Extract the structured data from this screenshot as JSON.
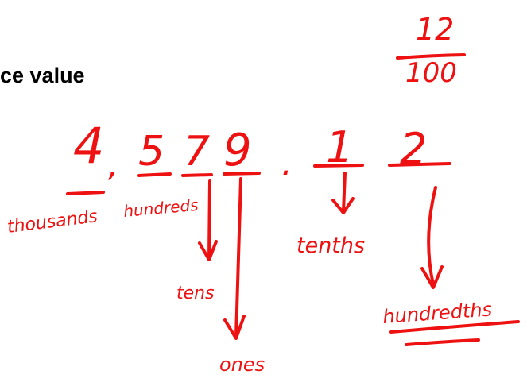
{
  "slide": {
    "title": "ce value",
    "ink_color": "#ee1111"
  },
  "number": {
    "digits": [
      "4",
      "5",
      "7",
      "9",
      "1",
      "2"
    ],
    "comma": ",",
    "decimal_point": "."
  },
  "fraction": {
    "numerator": "12",
    "denominator": "100"
  },
  "labels": {
    "thousands": "thousands",
    "hundreds": "hundreds",
    "tens": "tens",
    "ones": "ones",
    "tenths": "tenths",
    "hundredths": "hundredths"
  }
}
